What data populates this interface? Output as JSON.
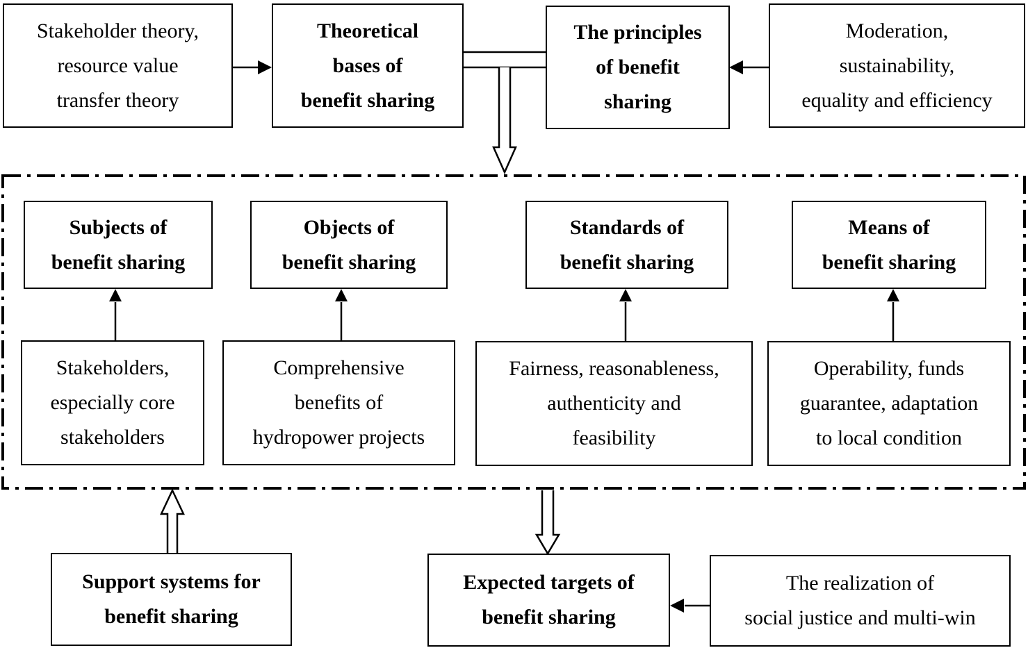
{
  "nodes": {
    "theory_sources": "Stakeholder theory,\nresource value\ntransfer theory",
    "theoretical_bases": "Theoretical\nbases of\nbenefit sharing",
    "principles": "The principles\nof benefit\nsharing",
    "principle_values": "Moderation,\nsustainability,\nequality and efficiency",
    "subjects": "Subjects of\nbenefit sharing",
    "objects": "Objects of\nbenefit sharing",
    "standards": "Standards of\nbenefit sharing",
    "means": "Means of\nbenefit sharing",
    "subjects_detail": "Stakeholders,\nespecially core\nstakeholders",
    "objects_detail": "Comprehensive\nbenefits of\nhydropower projects",
    "standards_detail": "Fairness, reasonableness,\nauthenticity and\nfeasibility",
    "means_detail": "Operability, funds\nguarantee, adaptation\nto local condition",
    "support_systems": "Support systems for\nbenefit sharing",
    "expected_targets": "Expected targets of\nbenefit sharing",
    "realization": "The realization of\nsocial justice and multi-win"
  },
  "colors": {
    "stroke": "#000000",
    "background": "#ffffff"
  }
}
